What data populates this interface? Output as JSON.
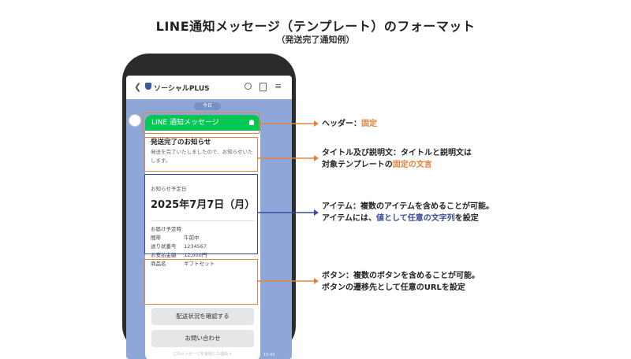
{
  "heading": {
    "title": "LINE通知メッセージ（テンプレート）のフォーマット",
    "subtitle": "（発送完了通知例）"
  },
  "phone": {
    "app_name": "ソーシャルPLUS",
    "date_chip": "今日",
    "time": "15:43",
    "card": {
      "header_label": "LINE 通知メッセージ",
      "info_title": "発送完了のお知らせ",
      "info_desc": "発送を完了いたしましたので、お知らせいたします。",
      "item_date_label": "お知らせ予定日",
      "item_date": "2025年7月7日（月）",
      "rows": [
        {
          "key": "お届け予定時間帯",
          "value": "午前中"
        },
        {
          "key": "送り状番号",
          "value": "1234567"
        },
        {
          "key": "お支払金額",
          "value": "12,000円"
        },
        {
          "key": "商品名",
          "value": "ギフトセット"
        }
      ],
      "buttons": [
        "配送状況を確認する",
        "お問い合わせ"
      ],
      "footer_note": "このメッセージを受信した理由 >"
    }
  },
  "annotations": {
    "header": {
      "prefix": "ヘッダー：",
      "highlight": "固定"
    },
    "title": {
      "line1": "タイトル及び説明文：タイトルと説明文は",
      "line2_prefix": "対象テンプレートの",
      "line2_highlight": "固定の文言"
    },
    "item": {
      "line1": "アイテム：複数のアイテムを含めることが可能。",
      "line2_prefix": "アイテムには、",
      "line2_highlight": "値として任意の文字列",
      "line2_suffix": "を設定"
    },
    "button": {
      "line1": "ボタン：複数のボタンを含めることが可能。",
      "line2": "ボタンの遷移先として任意のURLを設定"
    }
  },
  "colors": {
    "orange": "#e0833c",
    "blue": "#3b4a9a",
    "line_green": "#06c755"
  }
}
